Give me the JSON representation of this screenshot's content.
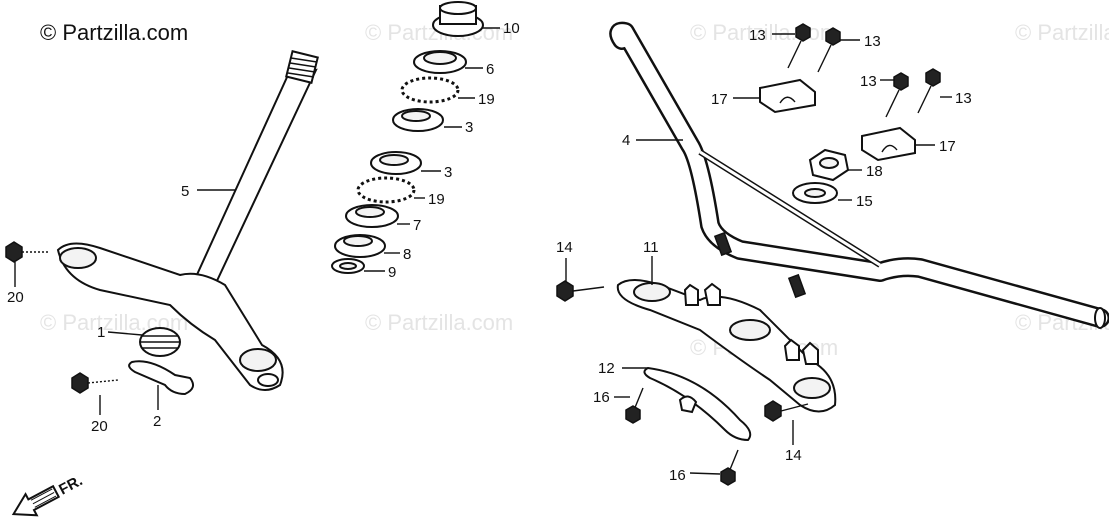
{
  "copyright": "© Partzilla.com",
  "watermark": "© Partzilla.com",
  "direction_label": "FR.",
  "callouts": {
    "c10": "10",
    "c6": "6",
    "c19a": "19",
    "c3a": "3",
    "c3b": "3",
    "c19b": "19",
    "c7": "7",
    "c8": "8",
    "c9": "9",
    "c5": "5",
    "c20a": "20",
    "c1": "1",
    "c20b": "20",
    "c2": "2",
    "c13a": "13",
    "c13b": "13",
    "c13c": "13",
    "c13d": "13",
    "c17a": "17",
    "c17b": "17",
    "c4": "4",
    "c18": "18",
    "c15": "15",
    "c14a": "14",
    "c11": "11",
    "c12": "12",
    "c16a": "16",
    "c14b": "14",
    "c16b": "16"
  }
}
